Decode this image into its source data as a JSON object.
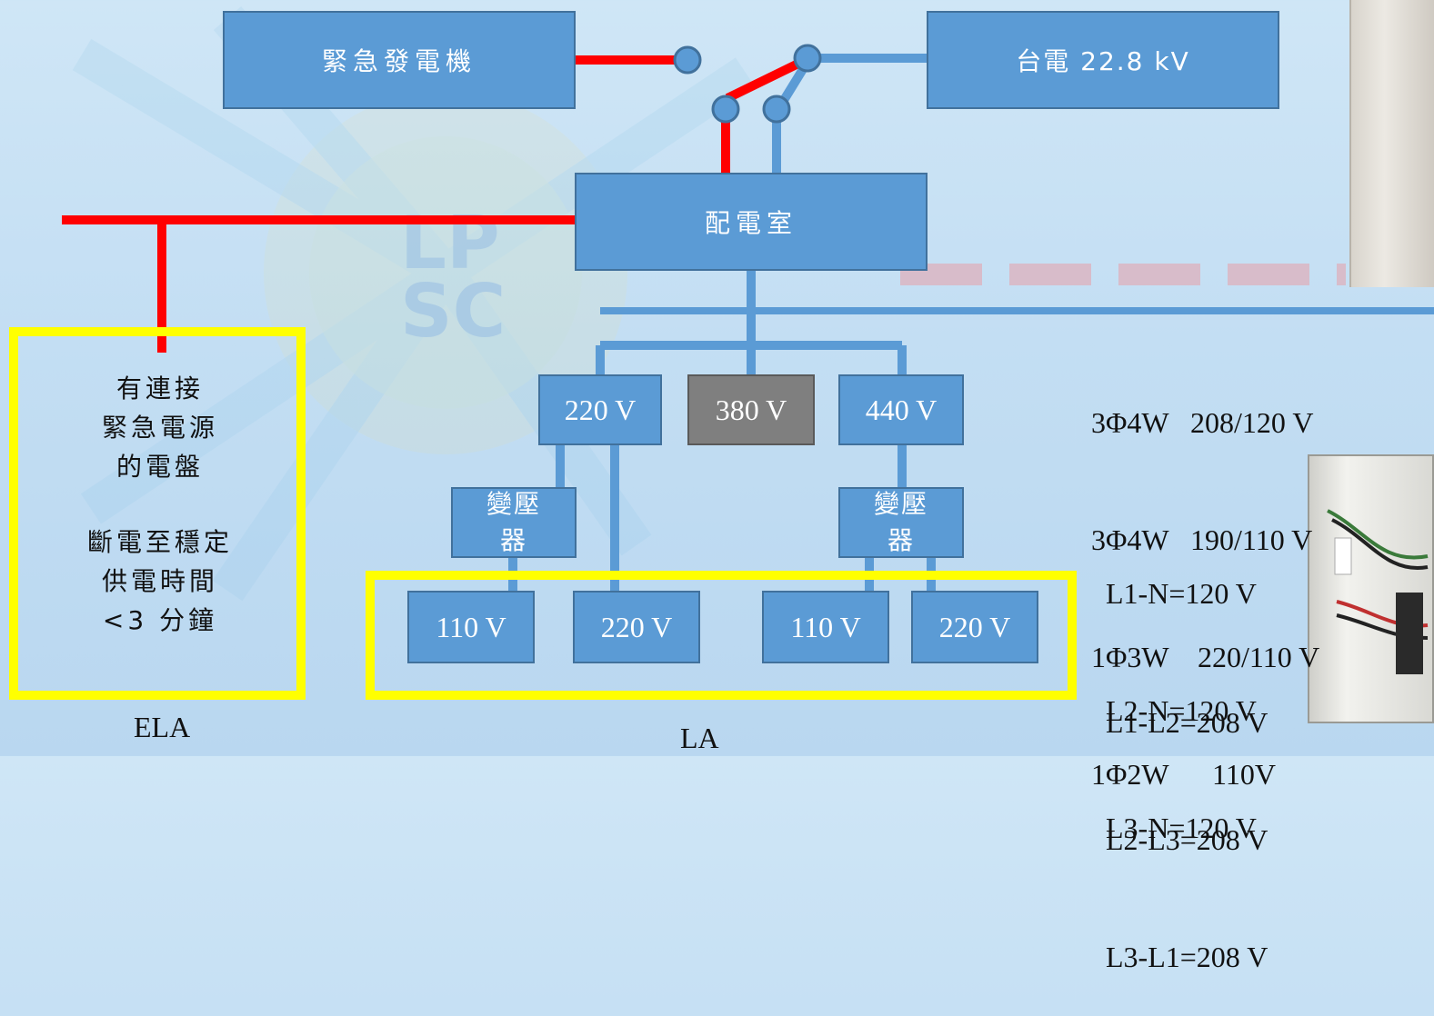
{
  "nodes": {
    "generator": "緊急發電機",
    "utility": "台電 22.8 kV",
    "distribution_room": "配電室",
    "v220_main": "220 V",
    "v380_main": "380 V",
    "v440_main": "440 V",
    "transformer_left": [
      "變壓",
      "器"
    ],
    "transformer_right": [
      "變壓",
      "器"
    ],
    "out_110_left": "110 V",
    "out_220_left": "220 V",
    "out_110_right": "110 V",
    "out_220_right": "220 V"
  },
  "ela_box": {
    "line1": "有連接",
    "line2": "緊急電源",
    "line3": "的電盤",
    "line4": "斷電至穩定",
    "line5": "供電時間",
    "line6": "<3 分鐘"
  },
  "labels": {
    "ela": "ELA",
    "la": "LA"
  },
  "specs": {
    "systems": [
      "3Φ4W   208/120 V",
      "3Φ4W   190/110 V",
      "1Φ3W    220/110 V",
      "1Φ2W      110V"
    ],
    "phase_neutral": [
      "L1-N=120 V",
      "L2-N=120 V",
      "L3-N=120 V"
    ],
    "phase_phase": [
      "L1-L2=208 V",
      "L2-L3=208 V",
      "L3-L1=208 V"
    ]
  },
  "colors": {
    "box_fill": "#5b9bd5",
    "gray_box": "#7f7f7f",
    "emergency_line": "#ff0000",
    "normal_line": "#5b9bd5",
    "highlight": "#ffff00"
  }
}
